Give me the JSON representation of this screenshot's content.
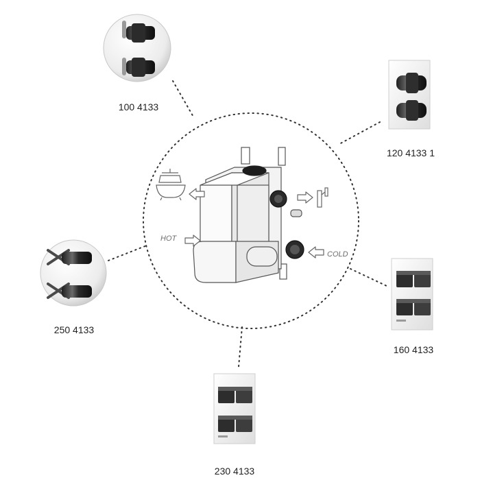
{
  "products": [
    {
      "id": "p1",
      "code": "100 4133",
      "icon": "round-plate-lever-handles"
    },
    {
      "id": "p2",
      "code": "120 4133 1",
      "icon": "rect-plate-lever-handles"
    },
    {
      "id": "p3",
      "code": "250 4133",
      "icon": "round-plate-cross-handles"
    },
    {
      "id": "p4",
      "code": "160 4133",
      "icon": "rect-plate-square-knobs"
    },
    {
      "id": "p5",
      "code": "230 4133",
      "icon": "rect-plate-square-knobs"
    }
  ],
  "flows": {
    "hot": "HOT",
    "cold": "COLD"
  },
  "outlets": {
    "bath": "bathtub-overhead-shower-icon",
    "hand_shower": "hand-shower-icon"
  },
  "colors": {
    "line": "#333333",
    "metal_dark": "#3c3c3c",
    "metal_light": "#d9d9d9",
    "valve_body": "#f2f2f2",
    "outline": "#555555"
  }
}
